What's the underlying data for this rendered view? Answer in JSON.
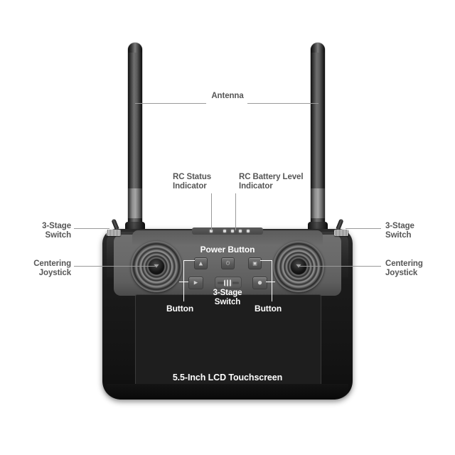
{
  "diagram": {
    "title": "Remote Controller Front View",
    "device": "RC with dual antennas and 5.5-inch LCD touchscreen"
  },
  "labels": {
    "antenna": "Antenna",
    "rc_status_indicator": "RC Status\nIndicator",
    "rc_battery_level_indicator": "RC Battery Level\nIndicator",
    "power_button": "Power Button",
    "three_stage_switch_left": "3-Stage\nSwitch",
    "three_stage_switch_right": "3-Stage\nSwitch",
    "three_stage_switch_center": "3-Stage\nSwitch",
    "centering_joystick_left": "Centering\nJoystick",
    "centering_joystick_right": "Centering\nJoystick",
    "button_left": "Button",
    "button_right": "Button",
    "screen": "5.5-Inch LCD Touchscreen"
  },
  "indicators": {
    "rc_status_led_count": 1,
    "rc_battery_led_count": 4
  },
  "controls": {
    "top_row_buttons": 3,
    "second_row_buttons": 2,
    "joysticks": 2,
    "shoulder_switches": 2
  },
  "colors": {
    "background": "#ffffff",
    "label_text": "#565656",
    "screen_label_text": "#ffffff",
    "leader_line": "#9a9a9a",
    "body_face": "#6a6a6a",
    "shell": "#202020",
    "screen": "#1e1e1e",
    "led": "#d8d8d8"
  }
}
